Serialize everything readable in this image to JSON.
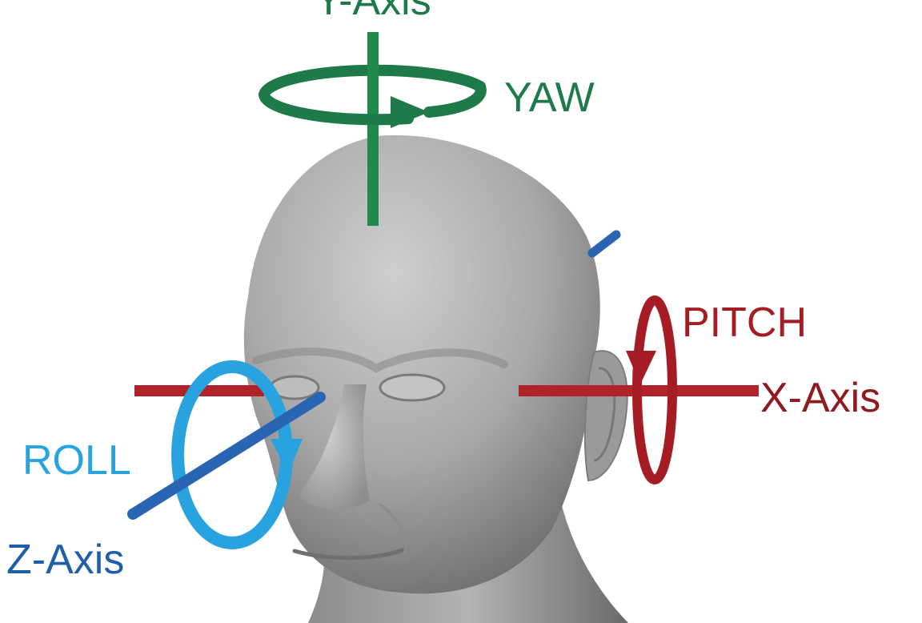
{
  "labels": {
    "y_axis": "Y-Axis",
    "yaw": "YAW",
    "pitch": "PITCH",
    "x_axis": "X-Axis",
    "roll": "ROLL",
    "z_axis": "Z-Axis"
  },
  "colors": {
    "yaw_green": "#1f7a4a",
    "y_axis_green": "#1f8a4c",
    "pitch_red": "#a51c24",
    "roll_light_blue": "#29a3df",
    "z_axis_blue": "#2a65b4",
    "head_gray": "#a6a6a6",
    "background": "#ffffff"
  },
  "icons": {
    "head": "human-head-model",
    "yaw_arrow": "rotation-arrow-horizontal",
    "pitch_arrow": "rotation-arrow-vertical",
    "roll_arrow": "rotation-arrow-circular"
  }
}
